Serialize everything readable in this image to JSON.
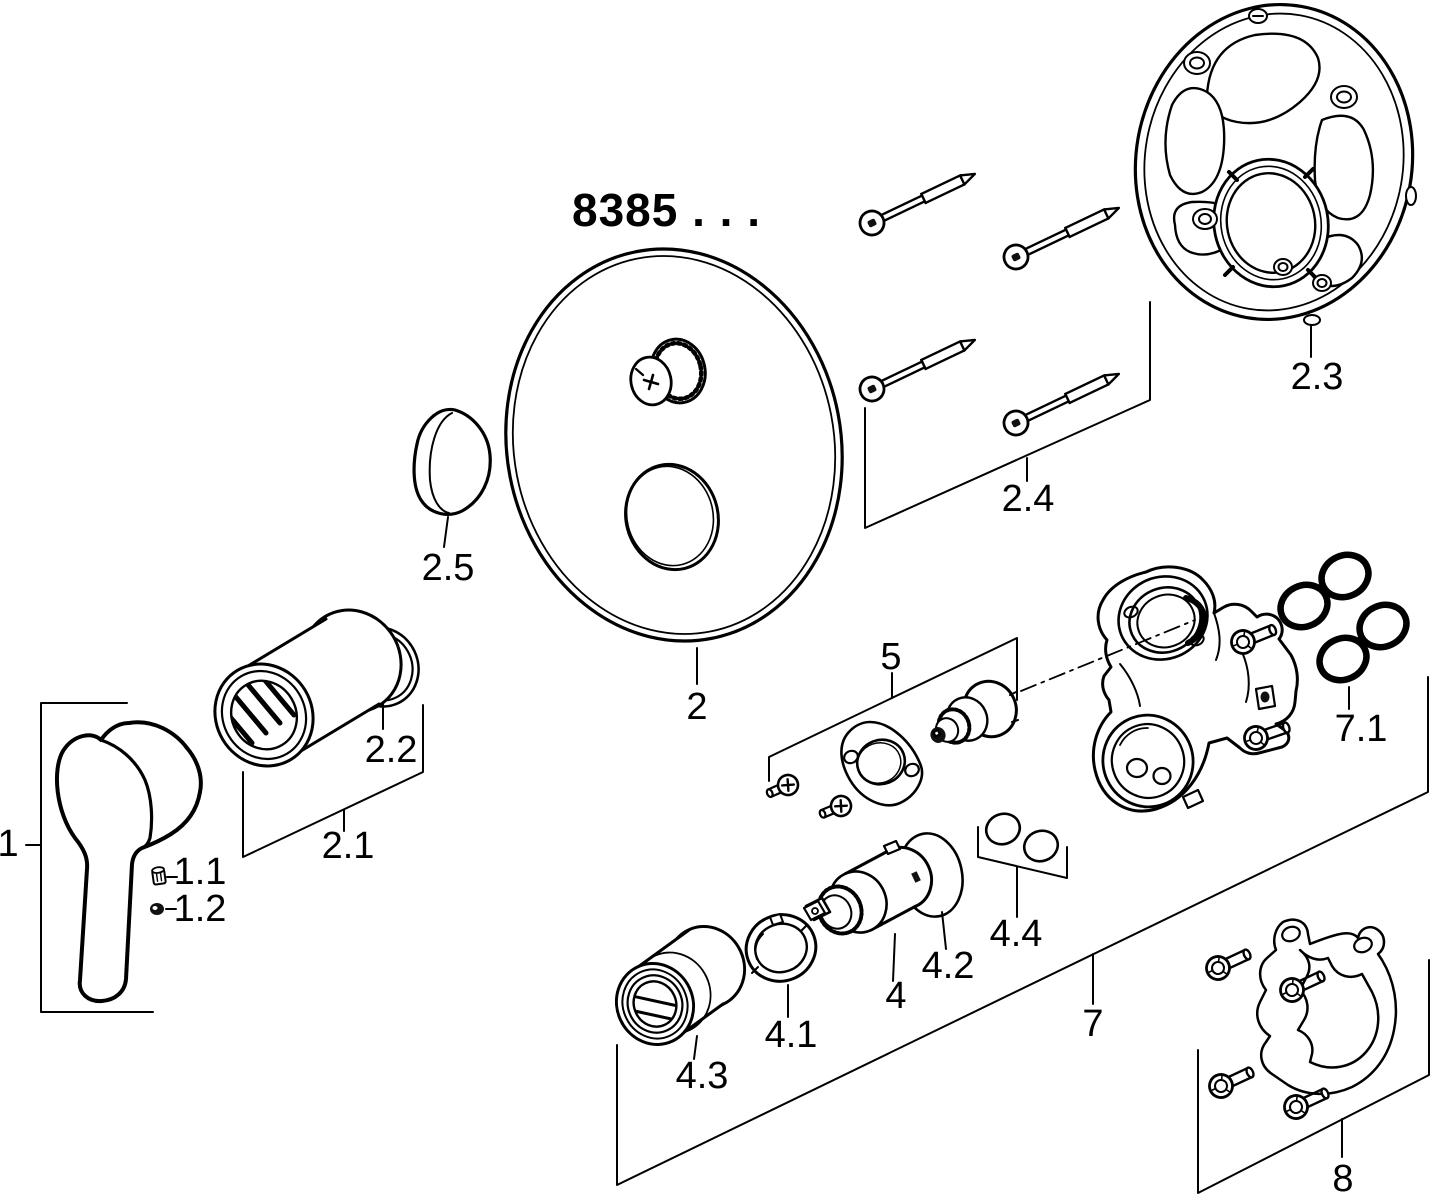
{
  "page": {
    "background": "#ffffff",
    "line_color": "#000000"
  },
  "diagram": {
    "title": "8385 . . .",
    "labels": {
      "n1": "1",
      "n1_1": "1.1",
      "n1_2": "1.2",
      "n2": "2",
      "n2_1": "2.1",
      "n2_2": "2.2",
      "n2_3": "2.3",
      "n2_4": "2.4",
      "n2_5": "2.5",
      "n4": "4",
      "n4_1": "4.1",
      "n4_2": "4.2",
      "n4_3": "4.3",
      "n4_4": "4.4",
      "n5": "5",
      "n7": "7",
      "n7_1": "7.1",
      "n8": "8"
    }
  }
}
